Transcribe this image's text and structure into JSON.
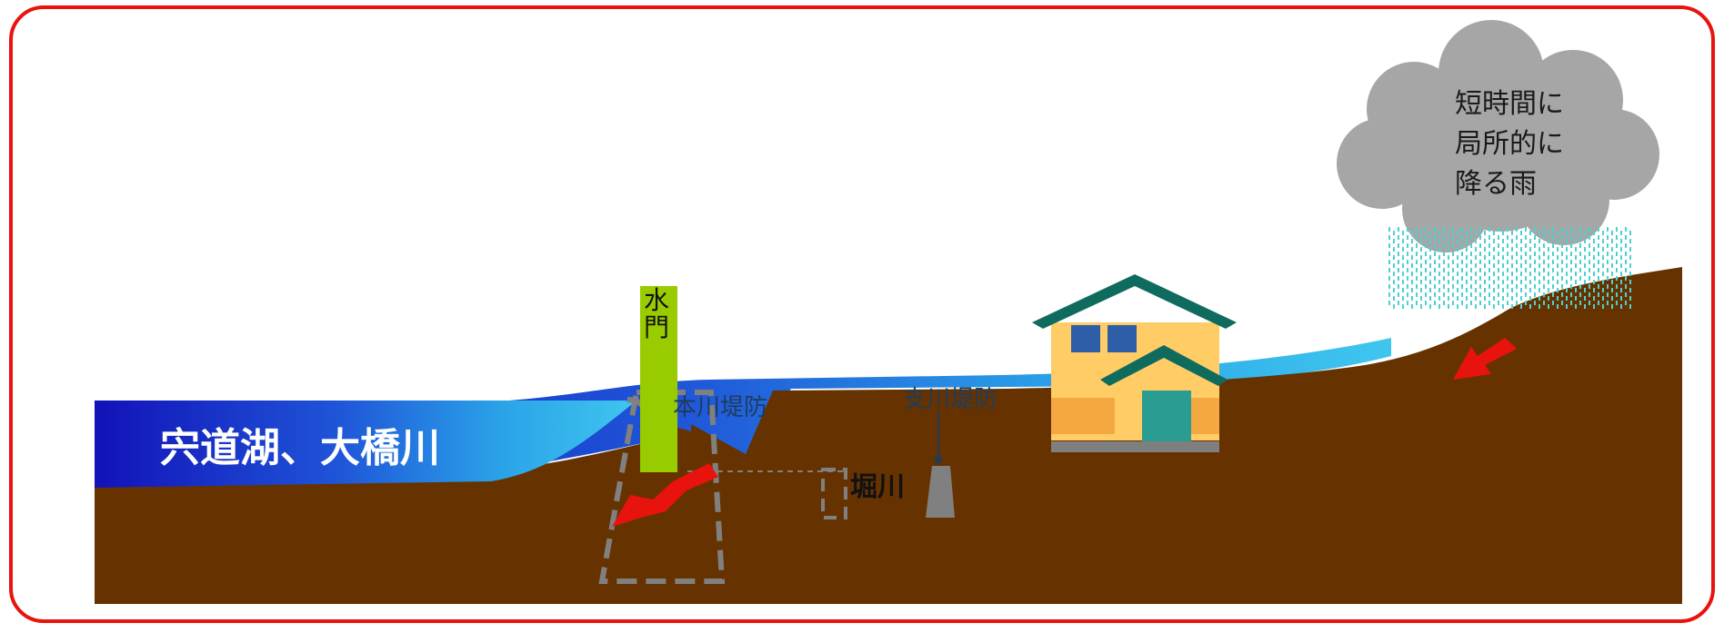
{
  "colors": {
    "frame": "#e8130d",
    "ground": "#663300",
    "water_light": "#3fc6ee",
    "water_deep": "#1515c0",
    "gate": "#99cc00",
    "house_wall": "#ffcc66",
    "house_roof": "#0f6b5e",
    "arrow": "#e8130d",
    "cloud": "#a6a6a6",
    "rain": "#4fd0d0",
    "levee": "#808080"
  },
  "labels": {
    "lake": "宍道湖、大橋川",
    "gate": "水門",
    "main_levee": "本川堤防",
    "branch_levee": "支川堤防",
    "canal": "堀川",
    "cloud_line1": "短時間に",
    "cloud_line2": "局所的に",
    "cloud_line3": "降る雨"
  }
}
